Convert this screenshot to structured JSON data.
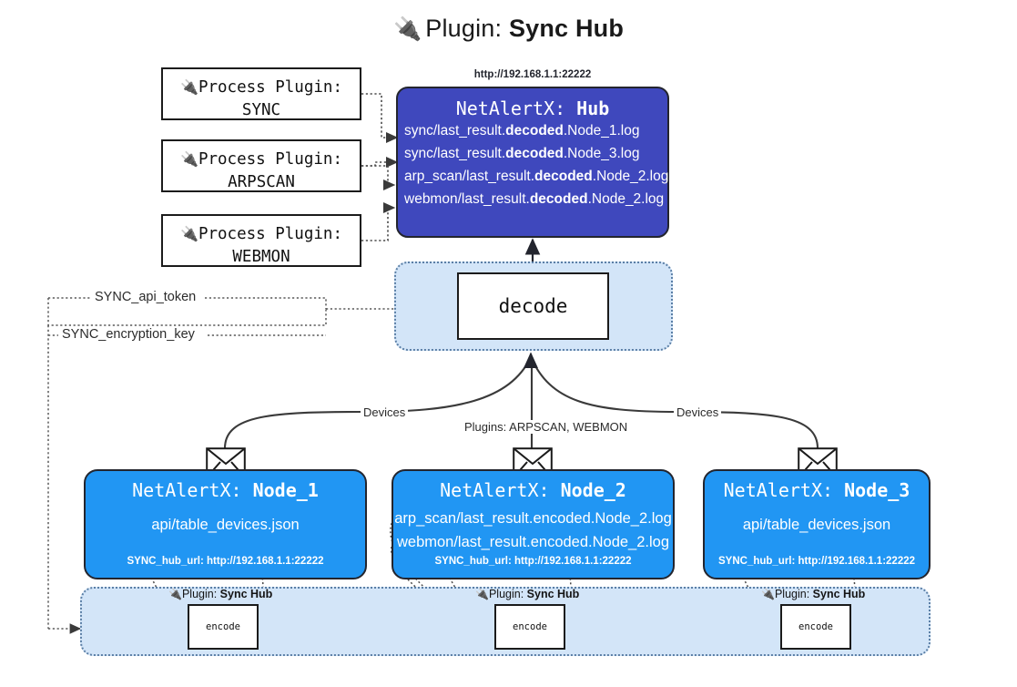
{
  "title": {
    "icon": "electric-plug-icon",
    "glyph": "🔌",
    "prefix": "Plugin: ",
    "name": "Sync Hub"
  },
  "colors": {
    "hub": "#3f48bd",
    "node": "#2196f3",
    "zone": "#d3e5f8",
    "zone_border": "#5b7fa6",
    "box_border": "#1b1b1b",
    "text_dark": "#2b2b2b"
  },
  "process_plugins": [
    {
      "line1": "Process Plugin:",
      "line2": "SYNC",
      "icon": "electric-plug-icon",
      "glyph": "🔌"
    },
    {
      "line1": "Process Plugin:",
      "line2": "ARPSCAN",
      "icon": "electric-plug-icon",
      "glyph": "🔌"
    },
    {
      "line1": "Process Plugin:",
      "line2": "WEBMON",
      "icon": "electric-plug-icon",
      "glyph": "🔌"
    }
  ],
  "hub": {
    "url": "http://192.168.1.1:22222",
    "title_prefix": "NetAlertX: ",
    "title_name": "Hub",
    "lines": [
      {
        "pre": "sync/last_result.",
        "strong": "decoded",
        "post": ".Node_1.log"
      },
      {
        "pre": "sync/last_result.",
        "strong": "decoded",
        "post": ".Node_3.log"
      },
      {
        "pre": "arp_scan/last_result.",
        "strong": "decoded",
        "post": ".Node_2.log"
      },
      {
        "pre": "webmon/last_result.",
        "strong": "decoded",
        "post": ".Node_2.log"
      }
    ]
  },
  "decode": {
    "label": "decode"
  },
  "tokens": [
    {
      "label": "SYNC_api_token"
    },
    {
      "label": "SYNC_encryption_key"
    }
  ],
  "wire_labels": {
    "devices_left": "Devices",
    "devices_right": "Devices",
    "plugins_center": "Plugins: ARPSCAN, WEBMON"
  },
  "nodes": [
    {
      "title_prefix": "NetAlertX: ",
      "title_name": "Node_1",
      "lines": [
        "api/table_devices.json"
      ],
      "url_label": "SYNC_hub_url: http://192.168.1.1:22222",
      "envelope_icon": "envelope-icon"
    },
    {
      "title_prefix": "NetAlertX: ",
      "title_name": "Node_2",
      "lines": [
        "arp_scan/last_result.encoded.Node_2.log",
        "webmon/last_result.encoded.Node_2.log"
      ],
      "url_label": "SYNC_hub_url: http://192.168.1.1:22222",
      "envelope_icon": "envelope-icon"
    },
    {
      "title_prefix": "NetAlertX: ",
      "title_name": "Node_3",
      "lines": [
        "api/table_devices.json"
      ],
      "url_label": "SYNC_hub_url: http://192.168.1.1:22222",
      "envelope_icon": "envelope-icon"
    }
  ],
  "encoders": [
    {
      "caption_prefix": "Plugin: ",
      "caption_name": "Sync Hub",
      "label": "encode",
      "icon": "electric-plug-icon",
      "glyph": "🔌"
    },
    {
      "caption_prefix": "Plugin: ",
      "caption_name": "Sync Hub",
      "label": "encode",
      "icon": "electric-plug-icon",
      "glyph": "🔌"
    },
    {
      "caption_prefix": "Plugin: ",
      "caption_name": "Sync Hub",
      "label": "encode",
      "icon": "electric-plug-icon",
      "glyph": "🔌"
    }
  ]
}
